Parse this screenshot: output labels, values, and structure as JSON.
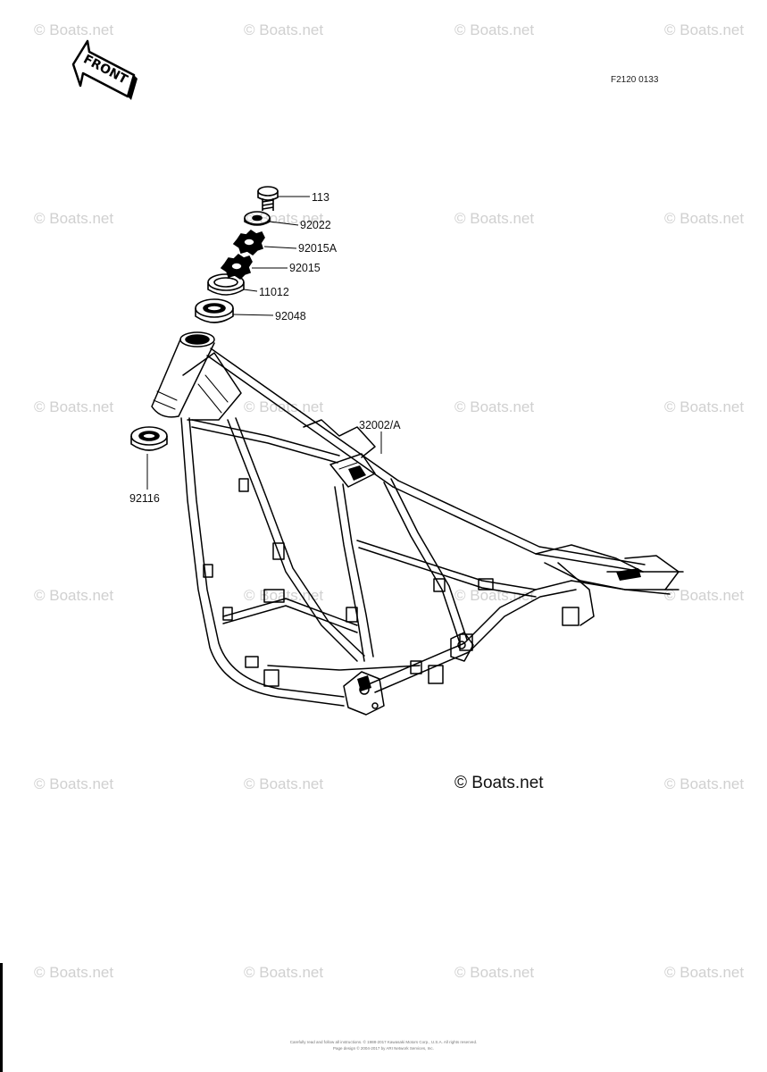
{
  "diagram_id": "F2120 0133",
  "front_label": "FRONT",
  "copyright_main": "© Boats.net",
  "watermark_text": "© Boats.net",
  "parts": [
    {
      "number": "113"
    },
    {
      "number": "92022"
    },
    {
      "number": "92015A"
    },
    {
      "number": "92015"
    },
    {
      "number": "11012"
    },
    {
      "number": "92048"
    },
    {
      "number": "32002/A"
    },
    {
      "number": "92116"
    }
  ],
  "footer": {
    "line1": "Carefully read and follow all instructions. © 1988-2017 Kawasaki Motors Corp., U.S.A. All rights reserved.",
    "line2": "Page design © 2004-2017 by ARI Network Services, Inc."
  }
}
